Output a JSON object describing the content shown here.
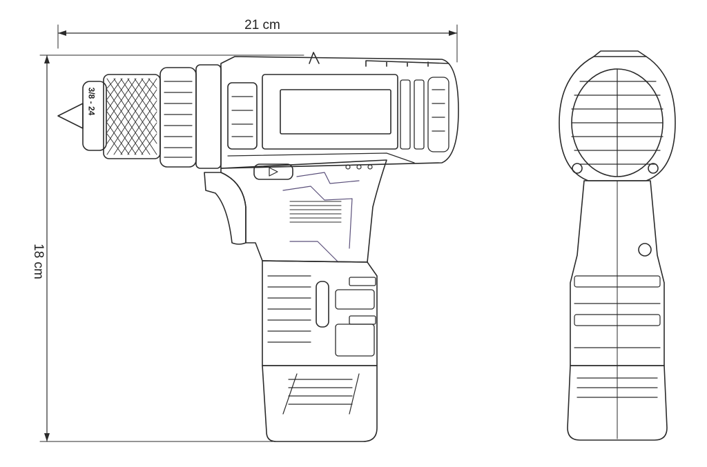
{
  "dimensions": {
    "width_label": "21 cm",
    "height_label": "18 cm"
  },
  "chuck": {
    "size_marking": "3/8 - 24"
  },
  "colors": {
    "line": "#2a2a2a",
    "accent_line": "#5a4f7a",
    "background": "#ffffff"
  }
}
